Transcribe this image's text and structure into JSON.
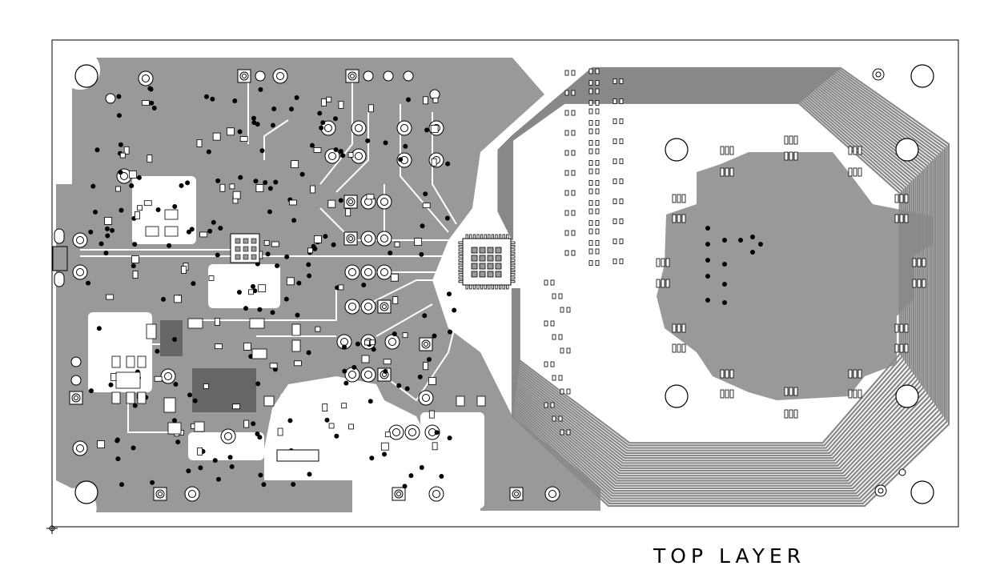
{
  "title": "TOP LAYER",
  "colors": {
    "copper": "#999999",
    "copper_dark": "#666666",
    "trace": "#888888",
    "outline": "#000000",
    "background": "#ffffff"
  },
  "elements": {
    "board": "board-outline",
    "pour": "copper-pour",
    "chip_main": "main-qfn-chip",
    "chip_small": "small-qfn-chip",
    "antenna": "antenna-traces"
  }
}
